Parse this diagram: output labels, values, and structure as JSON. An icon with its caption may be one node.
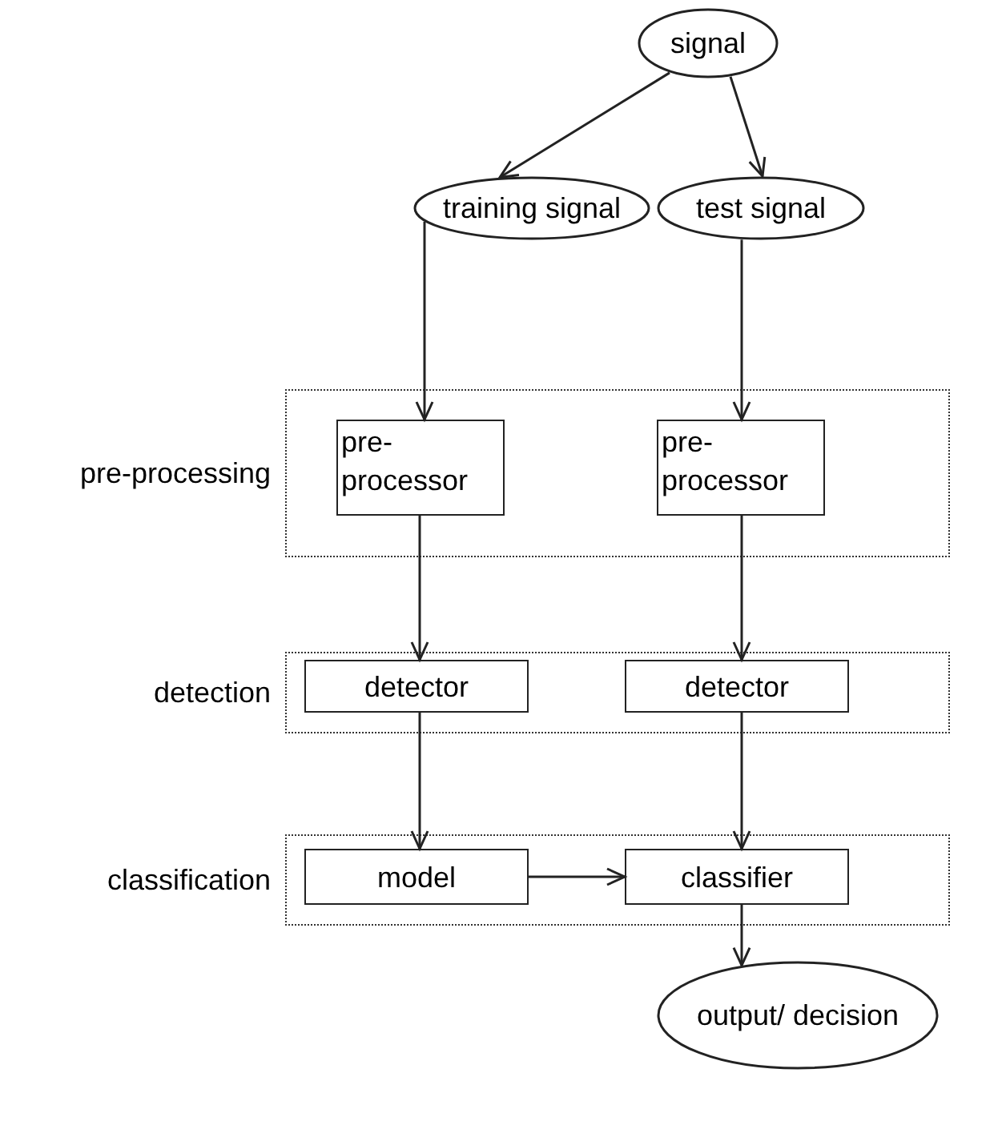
{
  "diagram": {
    "nodes": [
      {
        "text": [
          "signal"
        ]
      },
      {
        "text": [
          "training signal"
        ]
      },
      {
        "text": [
          "test signal"
        ]
      },
      {
        "text": [
          "pre-processing"
        ]
      },
      {
        "text": [
          "pre-processor"
        ],
        "in": 3
      },
      {
        "text": [
          "pre-processor"
        ],
        "in": 3
      },
      {
        "text": [
          "detection"
        ]
      },
      {
        "text": [
          "detector"
        ],
        "in": 6
      },
      {
        "text": [
          "detector"
        ],
        "in": 6
      },
      {
        "text": [
          "classification"
        ]
      },
      {
        "text": [
          "model"
        ],
        "in": 9
      },
      {
        "text": [
          "classifier"
        ],
        "in": 9
      },
      {
        "text": [
          "output/ decision"
        ]
      }
    ],
    "edges": [
      {
        "from": 0,
        "to": 1,
        "arrow": "to"
      },
      {
        "from": 0,
        "to": 2,
        "arrow": "to"
      },
      {
        "from": 1,
        "to": 4,
        "arrow": "to"
      },
      {
        "from": 2,
        "to": 5,
        "arrow": "to"
      },
      {
        "from": 4,
        "to": 7,
        "arrow": "to"
      },
      {
        "from": 5,
        "to": 8,
        "arrow": "to"
      },
      {
        "from": 7,
        "to": 10,
        "arrow": "to"
      },
      {
        "from": 8,
        "to": 11,
        "arrow": "to"
      },
      {
        "from": 10,
        "to": 11,
        "arrow": "to"
      },
      {
        "from": 11,
        "to": 12,
        "arrow": "to"
      }
    ]
  }
}
